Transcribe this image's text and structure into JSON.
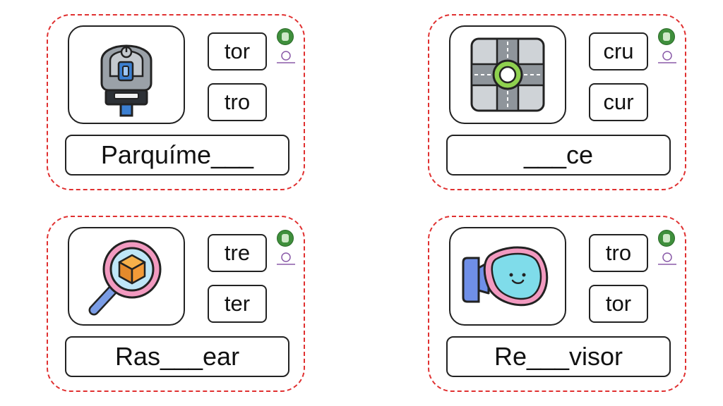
{
  "cards": [
    {
      "picture": "parking-meter-icon",
      "options": [
        "tor",
        "tro"
      ],
      "word": "Parquíme___"
    },
    {
      "picture": "roundabout-icon",
      "options": [
        "cru",
        "cur"
      ],
      "word": "___ce"
    },
    {
      "picture": "magnifier-box-icon",
      "options": [
        "tre",
        "ter"
      ],
      "word": "Ras___ear"
    },
    {
      "picture": "car-mirror-icon",
      "options": [
        "tro",
        "tor"
      ],
      "word": "Re___visor"
    }
  ],
  "colors": {
    "border": "#e03030",
    "logo": "#3f8f3c",
    "mark": "#8a5aa8"
  }
}
